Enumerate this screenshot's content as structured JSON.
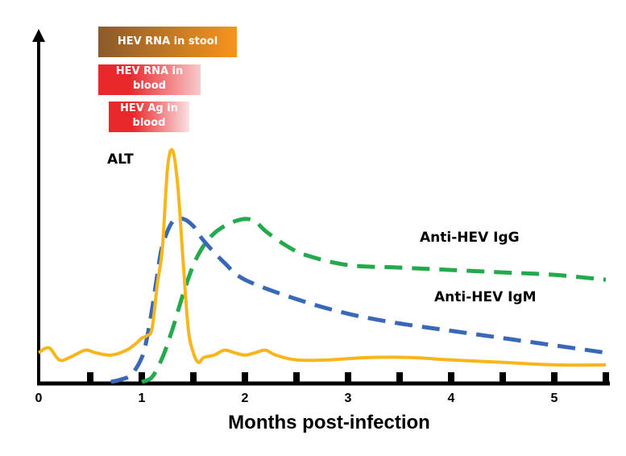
{
  "chart_data": {
    "type": "line",
    "xlabel": "Months post-infection",
    "ylabel": "",
    "xlim": [
      0,
      5.5
    ],
    "x_ticks": [
      "0",
      "1",
      "2",
      "3",
      "4",
      "5"
    ],
    "grid": false,
    "series": [
      {
        "name": "ALT",
        "color": "#F6B61C",
        "style": "solid",
        "x": [
          0,
          0.1,
          0.2,
          0.3,
          0.45,
          0.55,
          0.7,
          0.85,
          0.95,
          1.0,
          1.05,
          1.1,
          1.15,
          1.2,
          1.25,
          1.3,
          1.35,
          1.4,
          1.45,
          1.5,
          1.55,
          1.6,
          1.7,
          1.8,
          1.9,
          2.0,
          2.1,
          2.2,
          2.3,
          2.5,
          2.8,
          3.2,
          3.6,
          4.0,
          4.5,
          5.0,
          5.5
        ],
        "y": [
          12,
          14,
          9,
          10,
          13,
          12,
          11,
          13,
          16,
          18,
          19,
          22,
          40,
          55,
          88,
          95,
          80,
          50,
          22,
          12,
          8,
          10,
          11,
          13,
          12,
          11,
          12,
          13,
          11,
          9,
          9,
          10,
          10,
          9,
          8,
          7,
          7
        ]
      },
      {
        "name": "Anti-HEV IgM",
        "color": "#3A68B8",
        "style": "dashed",
        "x": [
          0.7,
          0.8,
          0.9,
          1.0,
          1.05,
          1.1,
          1.15,
          1.2,
          1.3,
          1.4,
          1.5,
          1.6,
          1.8,
          2.0,
          2.5,
          3.0,
          3.5,
          4.0,
          4.5,
          5.0,
          5.5
        ],
        "y": [
          0,
          1,
          3,
          10,
          18,
          30,
          44,
          56,
          66,
          67,
          64,
          58,
          49,
          42,
          34,
          28,
          24,
          21,
          18,
          15,
          12
        ]
      },
      {
        "name": "Anti-HEV IgG",
        "color": "#24A94D",
        "style": "dashed",
        "x": [
          1.0,
          1.1,
          1.2,
          1.3,
          1.4,
          1.5,
          1.6,
          1.7,
          1.8,
          1.9,
          2.0,
          2.1,
          2.2,
          2.4,
          2.6,
          3.0,
          3.5,
          4.0,
          4.5,
          5.0,
          5.5
        ],
        "y": [
          0,
          2,
          10,
          22,
          36,
          48,
          56,
          61,
          64,
          66,
          67,
          66,
          62,
          56,
          52,
          48,
          47,
          46,
          45,
          44,
          42
        ]
      }
    ],
    "bars": [
      {
        "label": "HEV RNA in stool",
        "start": 0.55,
        "end": 1.9
      },
      {
        "label": "HEV RNA in blood",
        "start": 0.55,
        "end": 1.45
      },
      {
        "label": "HEV Ag in blood",
        "start": 0.65,
        "end": 1.3
      }
    ]
  },
  "bars": {
    "stool": {
      "text": "HEV RNA in stool",
      "from": "#8B5A2B",
      "to": "#F7941D"
    },
    "rna_blood": {
      "line1": "HEV RNA in",
      "line2": "blood",
      "from": "#E8282B",
      "to": "#F8C9CB"
    },
    "ag_blood": {
      "line1": "HEV Ag in",
      "line2": "blood",
      "from": "#E8282B",
      "to": "#FBE1E2"
    }
  },
  "labels": {
    "alt": "ALT",
    "igg": "Anti-HEV IgG",
    "igm": "Anti-HEV IgM"
  }
}
